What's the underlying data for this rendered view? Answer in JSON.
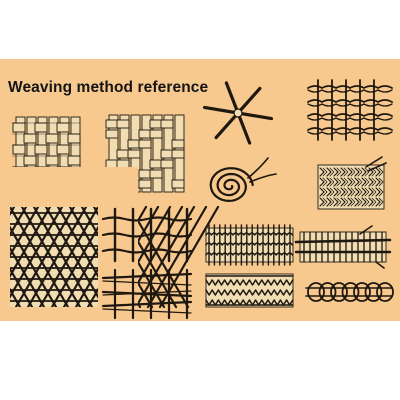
{
  "title": "Weaving method reference",
  "colors": {
    "background": "#f8c98e",
    "ink": "#1e1810",
    "strip_fill": "#f2ddb2"
  },
  "illustrations": [
    {
      "name": "plain-weave-swatch"
    },
    {
      "name": "twill-weave-swatch"
    },
    {
      "name": "hexagonal-weave-swatch"
    },
    {
      "name": "open-grid-weave"
    },
    {
      "name": "open-twill-grid-weave"
    },
    {
      "name": "star-spoke-base"
    },
    {
      "name": "spiral-coil-start"
    },
    {
      "name": "twined-grid-weave"
    },
    {
      "name": "braided-herringbone-band"
    },
    {
      "name": "chain-weave-band"
    },
    {
      "name": "tied-stake-band"
    },
    {
      "name": "zigzag-weave-band"
    },
    {
      "name": "loop-coil-band"
    }
  ]
}
